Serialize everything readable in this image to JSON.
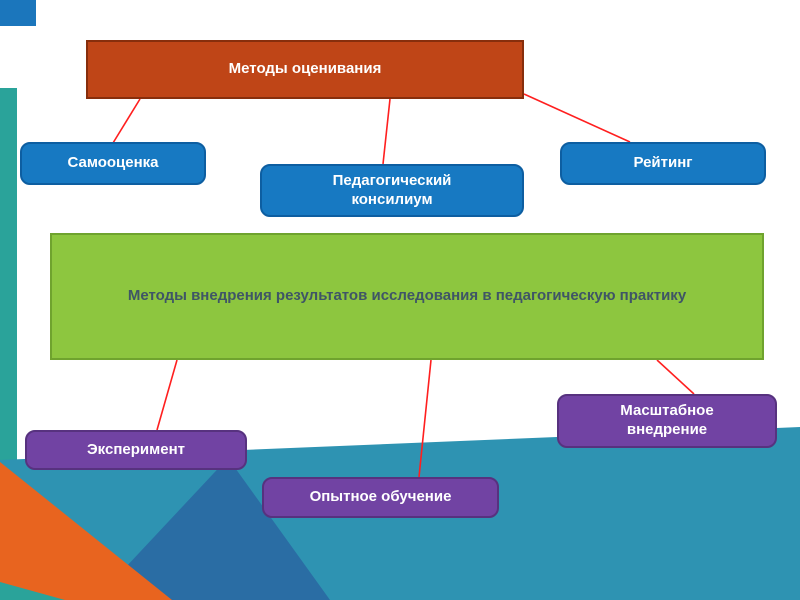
{
  "slide": {
    "background": {
      "corner_block_color": "#1b76bc",
      "left_strip_color": "#2aa39a",
      "bottom_band_color": "#2e93b2",
      "bottom_triangle_color": "#2a6da4",
      "orange_triangle_color": "#e8641f"
    },
    "connector_color": "#ff1f1f",
    "nodes": {
      "evaluation": {
        "label": "Методы оценивания",
        "fill": "#bf4517",
        "border": "#872e0c",
        "text_color": "#ffffff"
      },
      "self_assessment": {
        "label": "Самооценка",
        "fill": "#1779c2",
        "border": "#0d5ea1",
        "text_color": "#ffffff"
      },
      "consilium": {
        "label": "Педагогический консилиум",
        "fill": "#1779c2",
        "border": "#0d5ea1",
        "text_color": "#ffffff"
      },
      "rating": {
        "label": "Рейтинг",
        "fill": "#1779c2",
        "border": "#0d5ea1",
        "text_color": "#ffffff"
      },
      "implementation": {
        "label": "Методы внедрения результатов исследования в педагогическую практику",
        "fill": "#8dc63f",
        "border": "#6fa32e",
        "text_color": "#3f5566"
      },
      "experiment": {
        "label": "Эксперимент",
        "fill": "#7143a3",
        "border": "#57327f",
        "text_color": "#ffffff"
      },
      "trial_training": {
        "label": "Опытное обучение",
        "fill": "#7143a3",
        "border": "#57327f",
        "text_color": "#ffffff"
      },
      "scale_implementation": {
        "label": "Масштабное внедрение",
        "fill": "#7143a3",
        "border": "#57327f",
        "text_color": "#ffffff"
      }
    },
    "edges": [
      {
        "from": "evaluation",
        "to": "self_assessment"
      },
      {
        "from": "evaluation",
        "to": "consilium"
      },
      {
        "from": "evaluation",
        "to": "rating"
      },
      {
        "from": "implementation",
        "to": "experiment"
      },
      {
        "from": "implementation",
        "to": "trial_training"
      },
      {
        "from": "implementation",
        "to": "scale_implementation"
      }
    ]
  }
}
